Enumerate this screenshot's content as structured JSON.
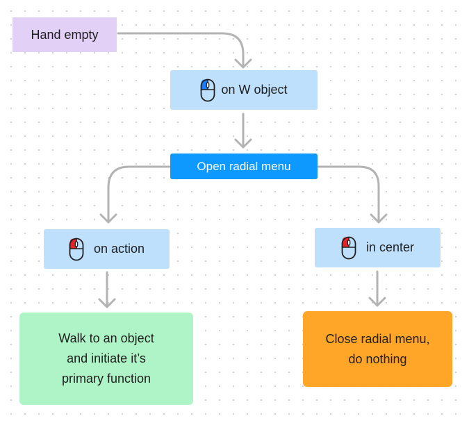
{
  "colors": {
    "state": "#e3d0f7",
    "trigger": "#bfe0fd",
    "action": "#0d99ff",
    "success": "#aff4c6",
    "cancel": "#ffa629",
    "connector": "#b3b3b3",
    "mouse_left_blue": "#1a7cff",
    "mouse_left_red": "#e5252a"
  },
  "nodes": {
    "hand_empty": {
      "label": "Hand empty"
    },
    "on_w_object": {
      "label": "on W object",
      "icon": "mouse-left-click-icon"
    },
    "open_radial_menu": {
      "label": "Open radial menu"
    },
    "on_action": {
      "label": "on action",
      "icon": "mouse-left-click-icon"
    },
    "in_center": {
      "label": "in center",
      "icon": "mouse-left-click-icon"
    },
    "walk_to_object": {
      "text": "Walk to an object\nand initiate it’s\nprimary function"
    },
    "close_radial_menu": {
      "text": "Close radial menu,\ndo nothing"
    }
  },
  "edges": [
    {
      "from": "hand_empty",
      "to": "on_w_object"
    },
    {
      "from": "on_w_object",
      "to": "open_radial_menu"
    },
    {
      "from": "open_radial_menu",
      "to": "on_action"
    },
    {
      "from": "open_radial_menu",
      "to": "in_center"
    },
    {
      "from": "on_action",
      "to": "walk_to_object"
    },
    {
      "from": "in_center",
      "to": "close_radial_menu"
    }
  ]
}
